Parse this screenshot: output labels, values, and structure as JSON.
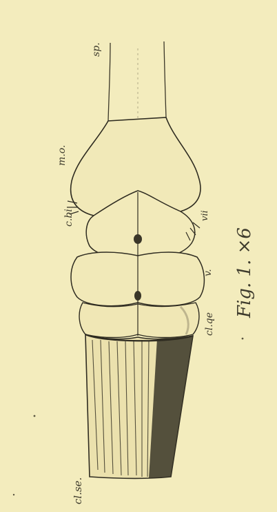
{
  "plate": {
    "background": "#f3ecbd",
    "ink": "#2e2b20",
    "shade": "#d8cf9f"
  },
  "labels": {
    "sp": "sp.",
    "mo": "m.o.",
    "cbi": "c.bi",
    "vii": "vii",
    "v": "v.",
    "clqe": "cl.qe",
    "clse": "cl.se.",
    "fig": "Fig. 1. ×6"
  }
}
